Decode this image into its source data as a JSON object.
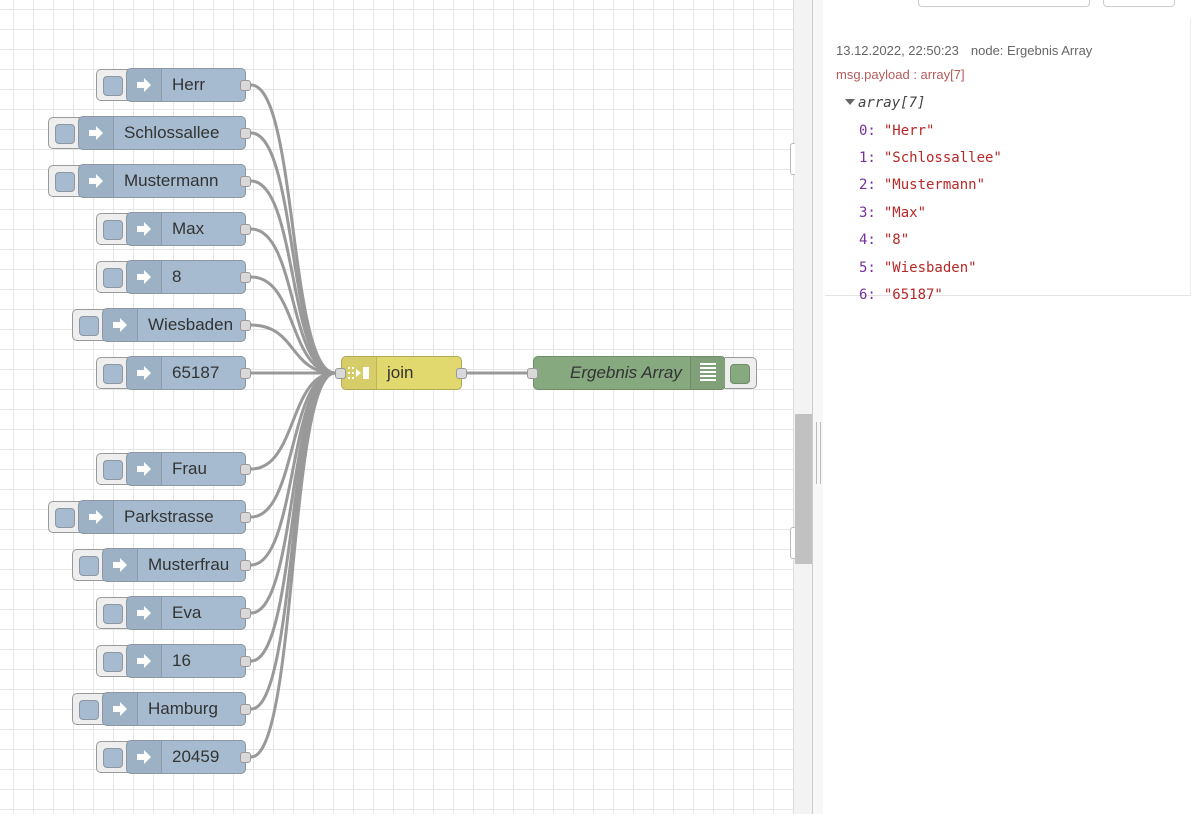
{
  "flow": {
    "inject_nodes": [
      {
        "label": "Herr"
      },
      {
        "label": "Schlossallee"
      },
      {
        "label": "Mustermann"
      },
      {
        "label": "Max"
      },
      {
        "label": "8"
      },
      {
        "label": "Wiesbaden"
      },
      {
        "label": "65187"
      },
      {
        "label": "Frau"
      },
      {
        "label": "Parkstrasse"
      },
      {
        "label": "Musterfrau"
      },
      {
        "label": "Eva"
      },
      {
        "label": "16"
      },
      {
        "label": "Hamburg"
      },
      {
        "label": "20459"
      }
    ],
    "join_node": {
      "label": "join",
      "icon": "join-icon"
    },
    "debug_node": {
      "label": "Ergebnis Array",
      "icon": "list-icon"
    },
    "colors": {
      "inject": "#a6bbcf",
      "join": "#e2d96e",
      "debug": "#87a980",
      "wire": "#999999"
    }
  },
  "debug_panel": {
    "timestamp": "13.12.2022, 22:50:23",
    "node_info": "node: Ergebnis Array",
    "topic": "msg.payload : array[7]",
    "array_label": "array[7]",
    "items": [
      {
        "key": "0:",
        "value": "\"Herr\""
      },
      {
        "key": "1:",
        "value": "\"Schlossallee\""
      },
      {
        "key": "2:",
        "value": "\"Mustermann\""
      },
      {
        "key": "3:",
        "value": "\"Max\""
      },
      {
        "key": "4:",
        "value": "\"8\""
      },
      {
        "key": "5:",
        "value": "\"Wiesbaden\""
      },
      {
        "key": "6:",
        "value": "\"65187\""
      }
    ]
  }
}
